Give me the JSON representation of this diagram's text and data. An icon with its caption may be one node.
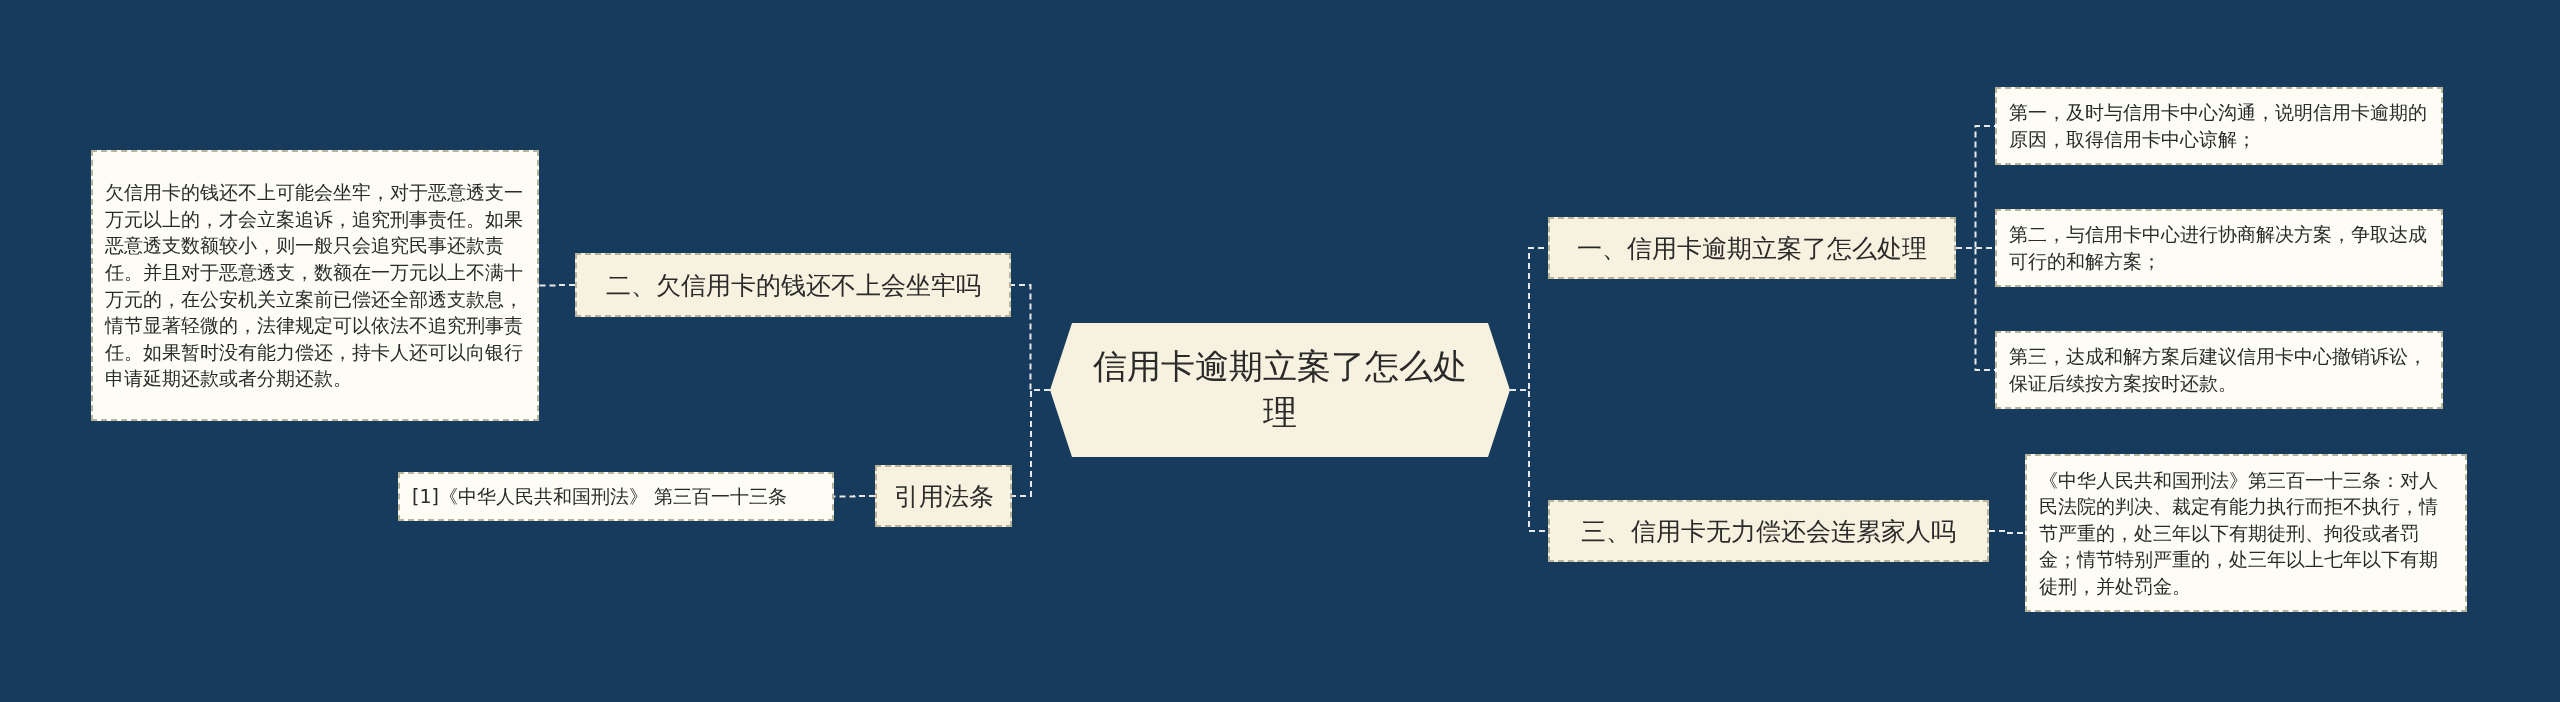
{
  "diagram": {
    "nodes": [
      {
        "text": [
          "信用卡逾期立案了怎么处理"
        ]
      },
      {
        "text": [
          "一、信用卡逾期立案了怎么处理"
        ]
      },
      {
        "text": [
          "第一，及时与信用卡中心沟通，说明信用卡逾期的原因，取得信用卡中心谅解；"
        ]
      },
      {
        "text": [
          "第二，与信用卡中心进行协商解决方案，争取达成可行的和解方案；"
        ]
      },
      {
        "text": [
          "第三，达成和解方案后建议信用卡中心撤销诉讼，保证后续按方案按时还款。"
        ]
      },
      {
        "text": [
          "三、信用卡无力偿还会连累家人吗"
        ]
      },
      {
        "text": [
          "《中华人民共和国刑法》第三百一十三条：对人民法院的判决、裁定有能力执行而拒不执行，情节严重的，处三年以下有期徒刑、拘役或者罚金；情节特别严重的，处三年以上七年以下有期徒刑，并处罚金。"
        ]
      },
      {
        "text": [
          "二、欠信用卡的钱还不上会坐牢吗"
        ]
      },
      {
        "text": [
          "欠信用卡的钱还不上可能会坐牢，对于恶意透支一万元以上的，才会立案追诉，追究刑事责任。如果恶意透支数额较小，则一般只会追究民事还款责任。并且对于恶意透支，数额在一万元以上不满十万元的，在公安机关立案前已偿还全部透支款息，情节显著轻微的，法律规定可以依法不追究刑事责任。如果暂时没有能力偿还，持卡人还可以向银行申请延期还款或者分期还款。"
        ]
      },
      {
        "text": [
          "引用法条"
        ]
      },
      {
        "text": [
          "[1]《中华人民共和国刑法》 第三百一十三条"
        ]
      }
    ],
    "edges": [
      {
        "from": 0,
        "to": 1,
        "arrow": "none"
      },
      {
        "from": 1,
        "to": 2,
        "arrow": "none"
      },
      {
        "from": 1,
        "to": 3,
        "arrow": "none"
      },
      {
        "from": 1,
        "to": 4,
        "arrow": "none"
      },
      {
        "from": 0,
        "to": 5,
        "arrow": "none"
      },
      {
        "from": 5,
        "to": 6,
        "arrow": "none"
      },
      {
        "from": 0,
        "to": 7,
        "arrow": "none"
      },
      {
        "from": 7,
        "to": 8,
        "arrow": "none"
      },
      {
        "from": 0,
        "to": 9,
        "arrow": "none"
      },
      {
        "from": 9,
        "to": 10,
        "arrow": "none"
      }
    ]
  }
}
